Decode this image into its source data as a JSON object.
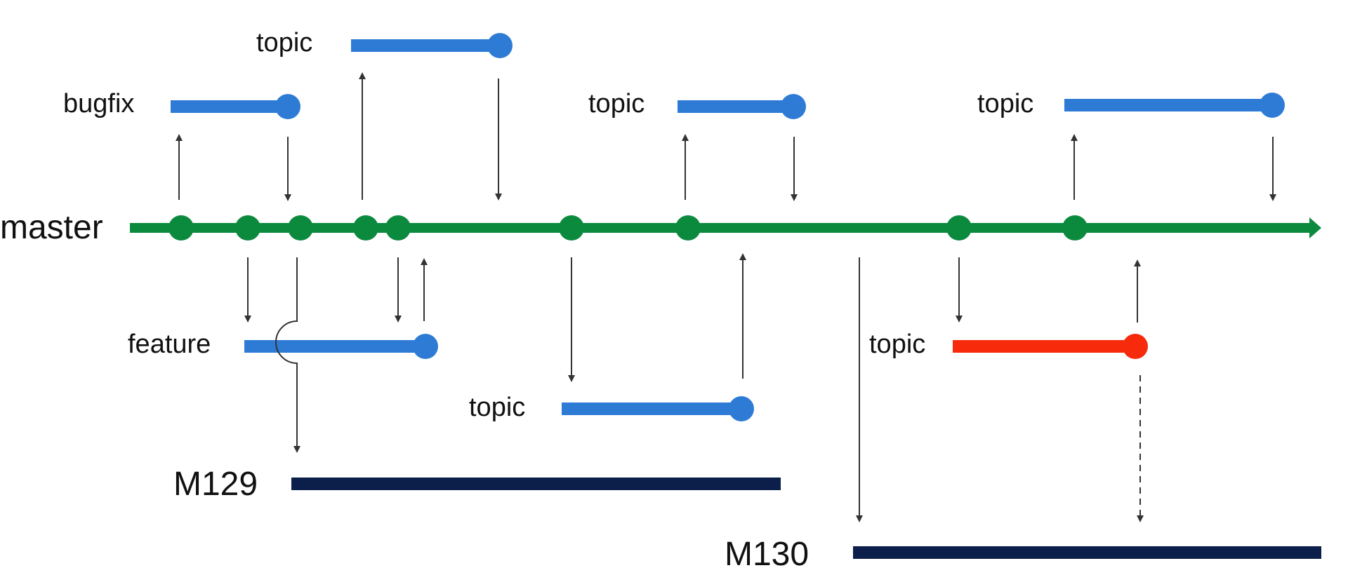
{
  "colors": {
    "master": "#0b8a3e",
    "branch": "#2e7bd6",
    "branch_highlight": "#f72a0c",
    "release": "#0b1f4a",
    "arrow": "#333333"
  },
  "master": {
    "label": "master"
  },
  "branches": [
    {
      "id": "bugfix",
      "label": "bugfix",
      "highlight": false
    },
    {
      "id": "topic-1",
      "label": "topic",
      "highlight": false
    },
    {
      "id": "topic-2",
      "label": "topic",
      "highlight": false
    },
    {
      "id": "topic-3",
      "label": "topic",
      "highlight": false
    },
    {
      "id": "feature",
      "label": "feature",
      "highlight": false
    },
    {
      "id": "topic-4",
      "label": "topic",
      "highlight": false
    },
    {
      "id": "topic-5",
      "label": "topic",
      "highlight": true
    }
  ],
  "releases": [
    {
      "id": "m129",
      "label": "M129"
    },
    {
      "id": "m130",
      "label": "M130"
    }
  ]
}
